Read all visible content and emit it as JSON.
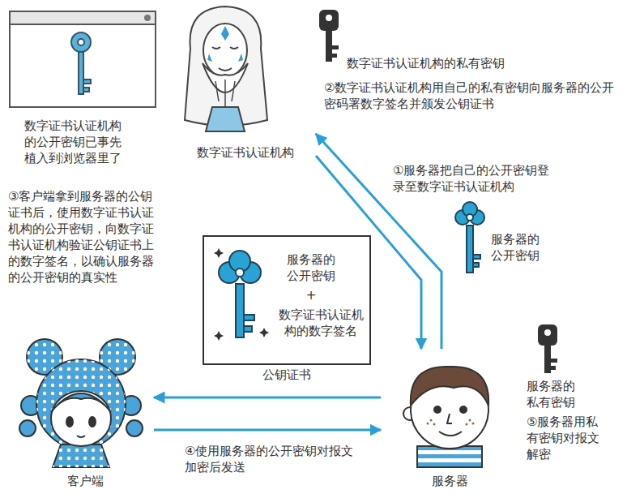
{
  "diagram": {
    "nodes": [
      {
        "text": [
          "数字证书认证机构"
        ]
      },
      {
        "text": [
          "服务器的公开密钥",
          "+",
          "数字证书认证机构的数字签名",
          "公钥证书"
        ]
      },
      {
        "text": [
          "客户端"
        ]
      },
      {
        "text": [
          "服务器"
        ]
      }
    ],
    "edges": [
      {
        "from": 3,
        "to": 0,
        "arrow": "to",
        "label": "①服务器把自己的公开密钥登录至数字证书认证机构"
      },
      {
        "from": 0,
        "to": 3,
        "arrow": "to"
      },
      {
        "from": 3,
        "to": 2,
        "arrow": "to"
      },
      {
        "from": 2,
        "to": 3,
        "arrow": "to",
        "label": "④使用服务器的公开密钥对报文加密后发送"
      }
    ],
    "labels": [
      "数字证书认证机构的公开密钥已事先植入到浏览器里了",
      "数字证书认证机构的私有密钥",
      "②数字证书认证机构用自己的私有密钥向服务器的公开密码署数字签名并颁发公钥证书",
      "服务器的公开密钥",
      "③客户端拿到服务器的公钥证书后，使用数字证书认证机构的公开密钥，向数字证书认证机构验证公钥证书上的数字签名，以确认服务器的公开密钥的真实性",
      "服务器的私有密钥",
      "⑤服务器用私有密钥对报文解密"
    ]
  }
}
